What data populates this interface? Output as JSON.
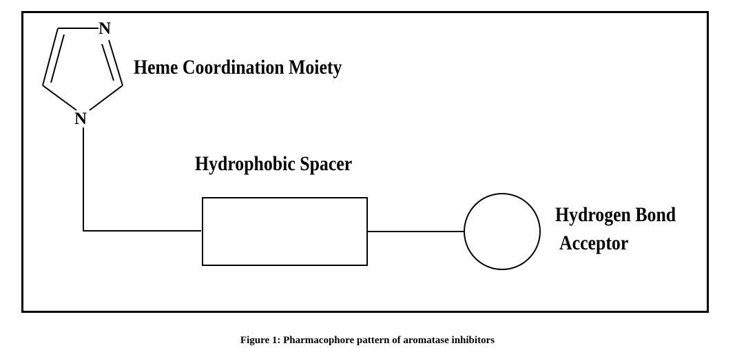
{
  "diagram": {
    "atoms": {
      "n_top": "N",
      "n_bottom": "N"
    },
    "labels": {
      "heme": "Heme Coordination Moiety",
      "spacer": "Hydrophobic Spacer",
      "hba_line1": "Hydrogen Bond",
      "hba_line2": "Acceptor"
    },
    "colors": {
      "stroke": "#000000",
      "background": "#ffffff"
    }
  },
  "caption": "Figure 1: Pharmacophore pattern of aromatase inhibitors"
}
